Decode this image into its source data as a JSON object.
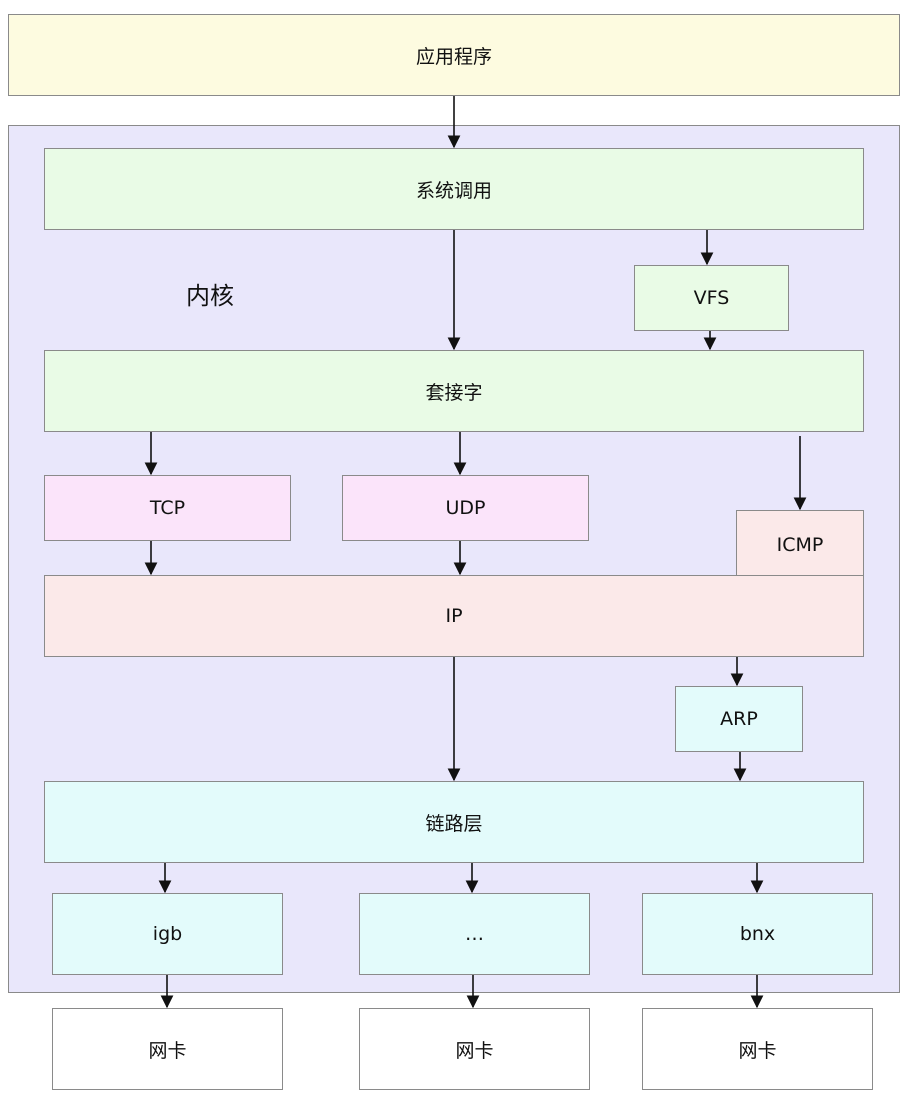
{
  "colors": {
    "app": "#fdfbe0",
    "kernel": "#e9e7fb",
    "syscall": "#e9fbe6",
    "vfs": "#e9fbe6",
    "socket": "#e9fbe6",
    "transport": "#fbe4fa",
    "network": "#fbe9e9",
    "link": "#e3fbfb",
    "driver": "#e3fbfb",
    "nic": "#ffffff",
    "arrow": "#111111"
  },
  "app": {
    "label": "应用程序"
  },
  "kernel": {
    "label": "内核",
    "syscall": "系统调用",
    "vfs": "VFS",
    "socket": "套接字",
    "tcp": "TCP",
    "udp": "UDP",
    "icmp": "ICMP",
    "ip": "IP",
    "arp": "ARP",
    "link": "链路层",
    "drivers": [
      "igb",
      "…",
      "bnx"
    ]
  },
  "nics": [
    "网卡",
    "网卡",
    "网卡"
  ]
}
